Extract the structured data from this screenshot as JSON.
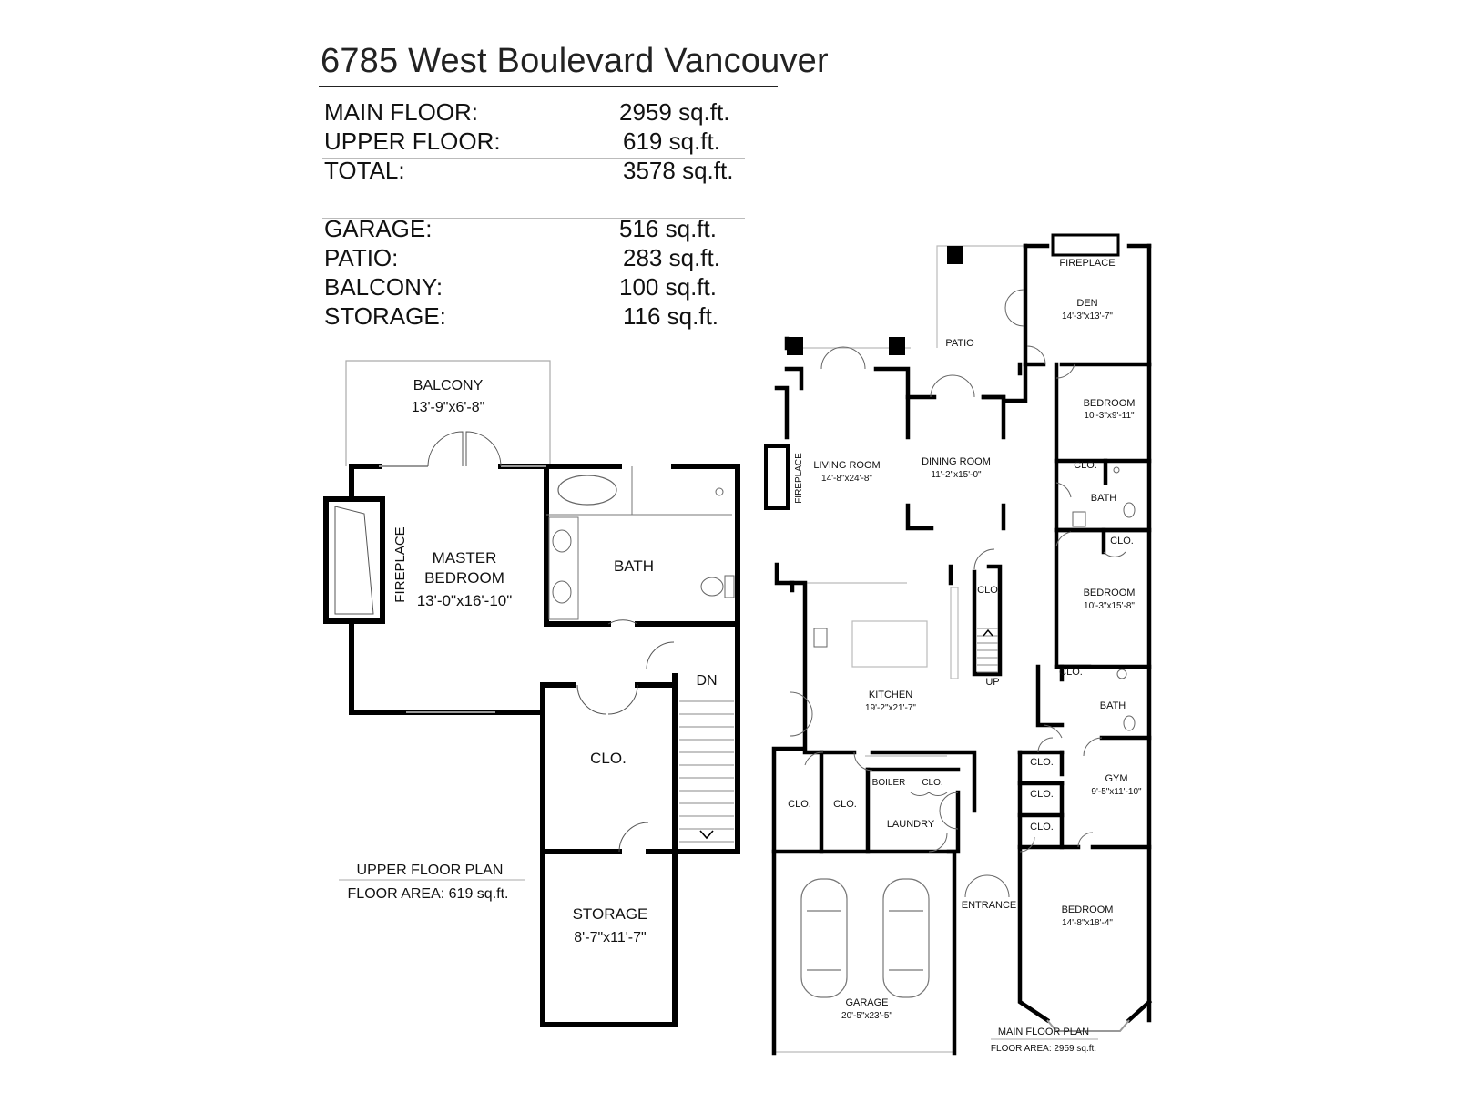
{
  "title": "6785 West Boulevard Vancouver",
  "areas": [
    {
      "label": "MAIN FLOOR:",
      "value": "2959 sq.ft."
    },
    {
      "label": "UPPER FLOOR:",
      "value": "619 sq.ft."
    },
    {
      "label": "TOTAL:",
      "value": "3578 sq.ft."
    },
    {
      "label": "GARAGE:",
      "value": "516 sq.ft."
    },
    {
      "label": "PATIO:",
      "value": "283 sq.ft."
    },
    {
      "label": "BALCONY:",
      "value": "100 sq.ft."
    },
    {
      "label": "STORAGE:",
      "value": "116 sq.ft."
    }
  ],
  "upper": {
    "balcony": "BALCONY",
    "balcony_dim": "13'-9\"x6'-8\"",
    "fireplace": "FIREPLACE",
    "master_1": "MASTER",
    "master_2": "BEDROOM",
    "master_dim": "13'-0\"x16'-10\"",
    "bath": "BATH",
    "dn": "DN",
    "clo": "CLO.",
    "storage": "STORAGE",
    "storage_dim": "8'-7\"x11'-7\"",
    "plan_label": "UPPER FLOOR PLAN",
    "plan_area": "FLOOR AREA: 619 sq.ft."
  },
  "main": {
    "fireplace_den": "FIREPLACE",
    "den": "DEN",
    "den_dim": "14'-3\"x13'-7\"",
    "patio": "PATIO",
    "bedroom1": "BEDROOM",
    "bedroom1_dim": "10'-3\"x9'-11\"",
    "living": "LIVING ROOM",
    "living_dim": "14'-8\"x24'-8\"",
    "fireplace_living": "FIREPLACE",
    "dining": "DINING ROOM",
    "dining_dim": "11'-2\"x15'-0\"",
    "clo_a": "CLO.",
    "bath1": "BATH",
    "clo_b": "CLO.",
    "clo_c": "CLO.",
    "bedroom2": "BEDROOM",
    "bedroom2_dim": "10'-3\"x15'-8\"",
    "up": "UP",
    "clo_d": "CLO.",
    "kitchen": "KITCHEN",
    "kitchen_dim": "19'-2\"x21'-7\"",
    "bath2": "BATH",
    "clo_e": "CLO.",
    "gym": "GYM",
    "gym_dim": "9'-5\"x11'-10\"",
    "boiler": "BOILER",
    "clo_f": "CLO.",
    "clo_g": "CLO.",
    "clo_h": "CLO.",
    "clo_i": "CLO.",
    "laundry": "LAUNDRY",
    "clo_j": "CLO.",
    "entrance": "ENTRANCE",
    "bedroom3": "BEDROOM",
    "bedroom3_dim": "14'-8\"x18'-4\"",
    "garage": "GARAGE",
    "garage_dim": "20'-5\"x23'-5\"",
    "plan_label": "MAIN FLOOR PLAN",
    "plan_area": "FLOOR AREA: 2959 sq.ft."
  }
}
